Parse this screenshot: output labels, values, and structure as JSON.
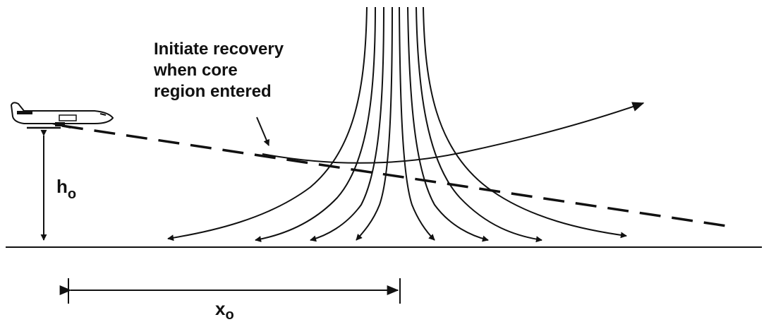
{
  "diagram": {
    "annotation": [
      "Initiate recovery",
      "when core",
      "region entered"
    ],
    "altitude_symbol": "h",
    "altitude_subscript": "o",
    "distance_symbol": "x",
    "distance_subscript": "o"
  }
}
